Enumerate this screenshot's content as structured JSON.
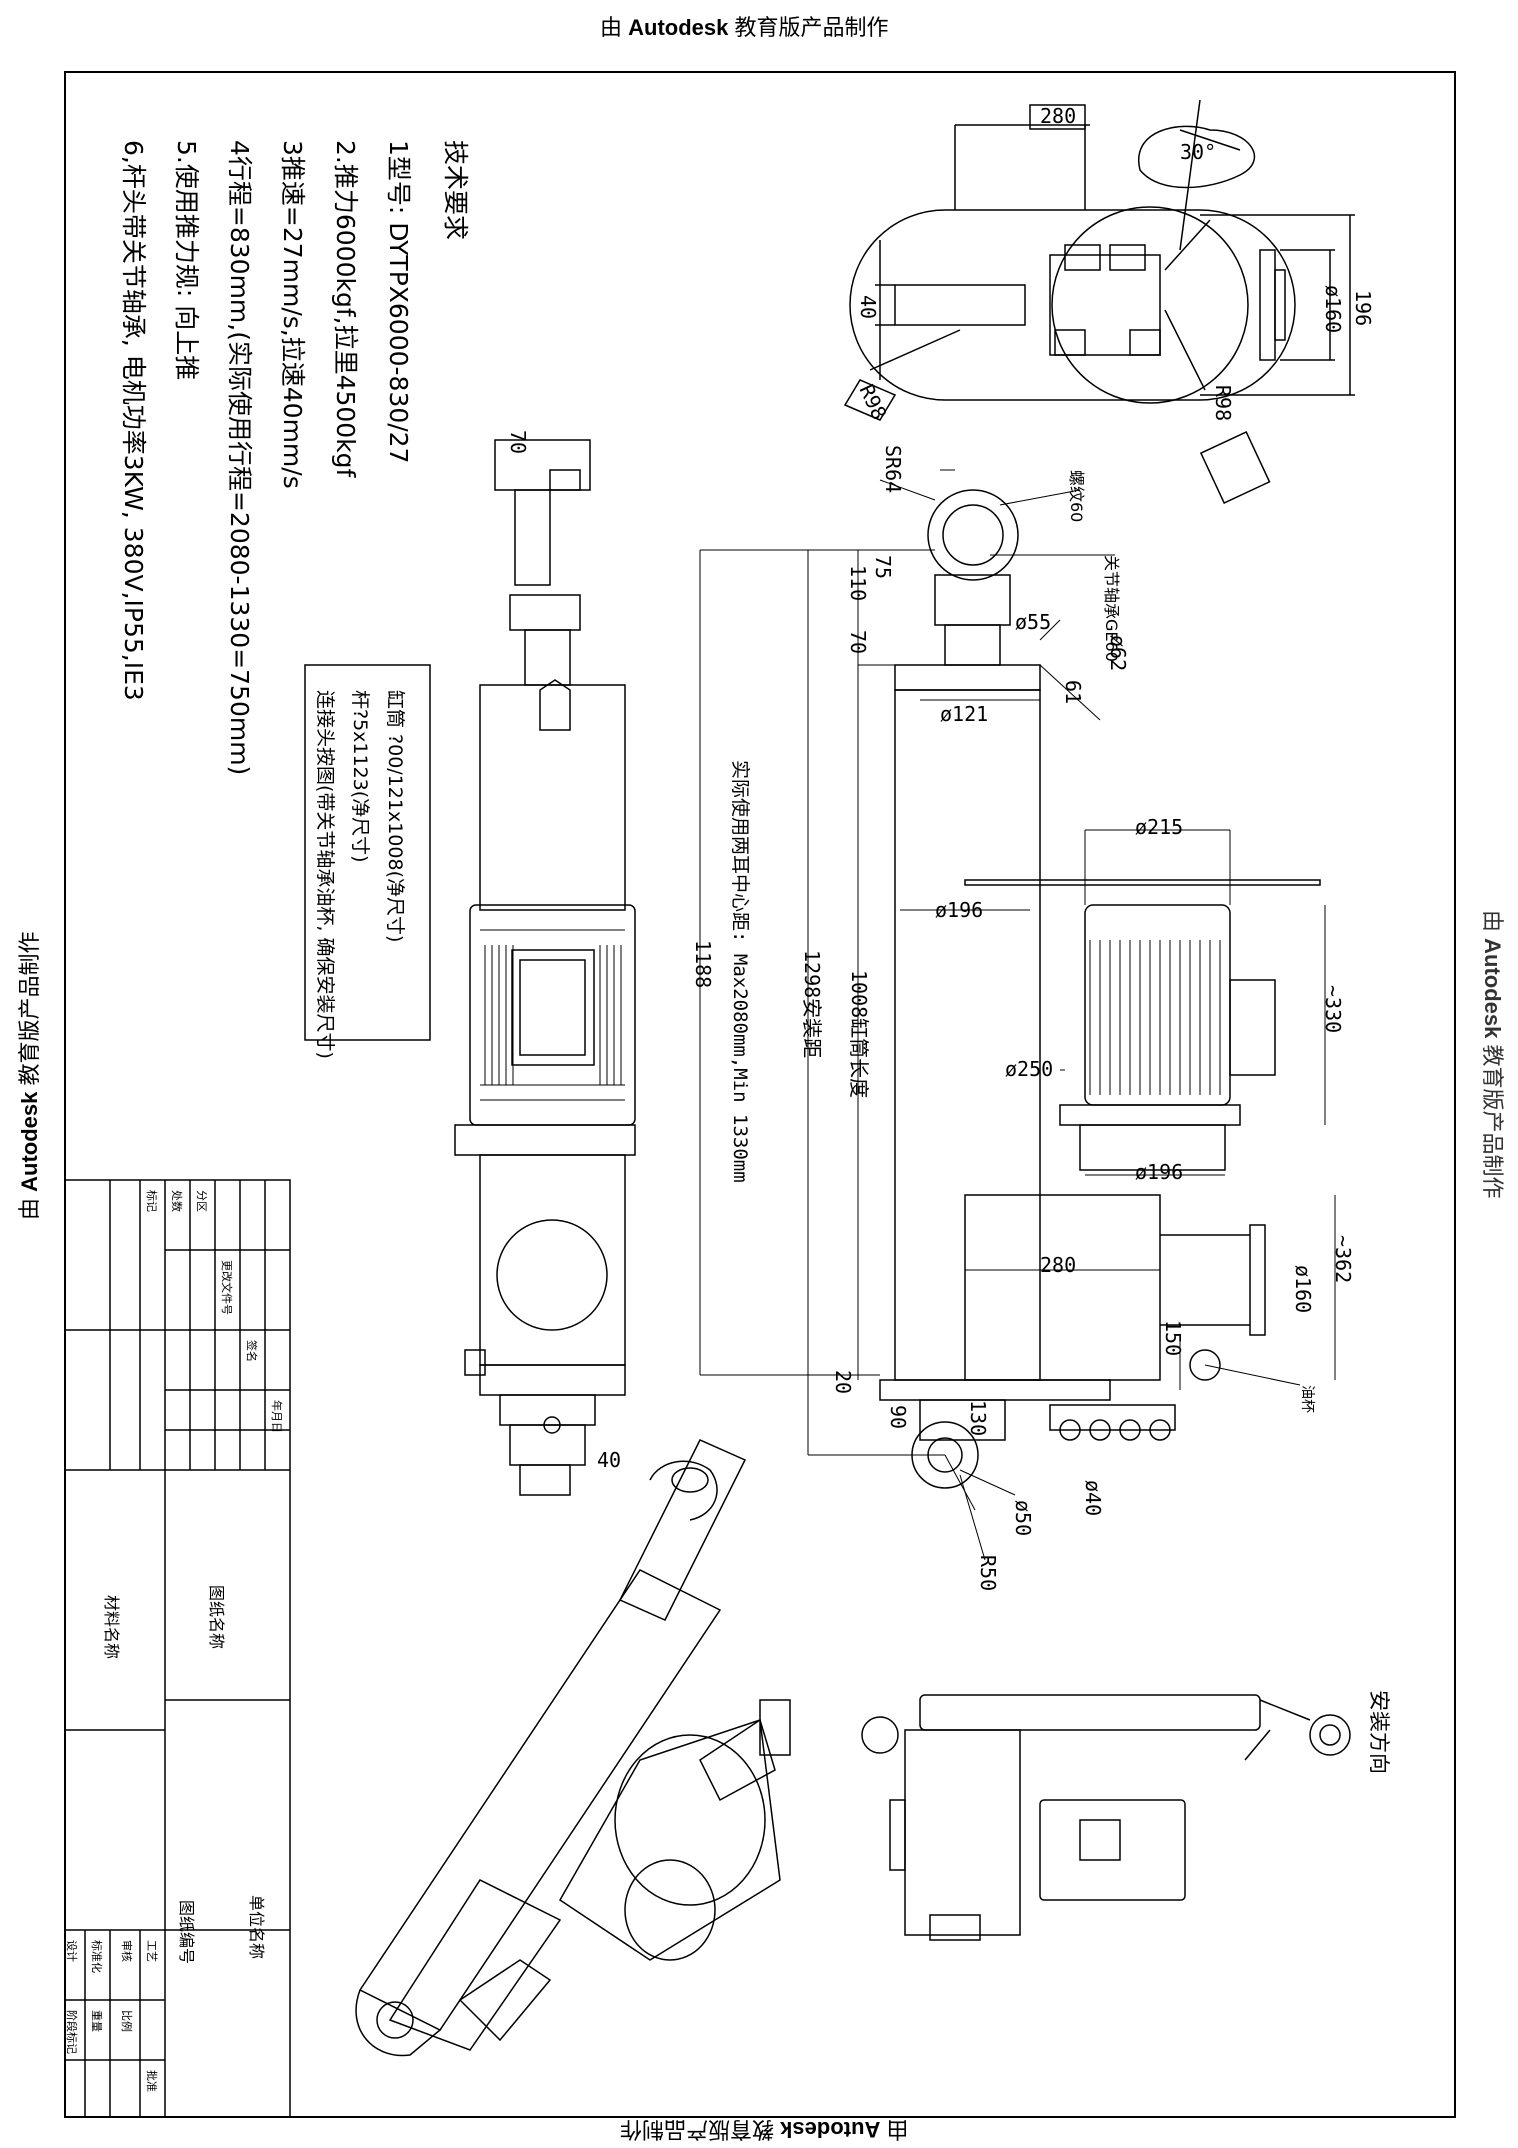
{
  "watermark": {
    "prefix": "由 ",
    "brand": "Autodesk",
    "suffix": " 教育版产品制作"
  },
  "tech_requirements": {
    "heading": "技术要求",
    "items": [
      "1型号: DYTPX6000-830/27",
      "2.推力6000kgf,拉里4500kgf",
      "3推速=27mm/s,拉速40mm/s",
      "4行程=830mm,(实际使用行程=2080-1330=750mm)",
      "5.使用推力规: 向上推",
      "6,杆头带关节轴承, 电机功率3KW, 380V,IP55,IE3"
    ]
  },
  "note_box": {
    "lines": [
      "缸筒 ?00/121x1008(净尺寸)",
      "杆?5x1123(净尺寸)",
      "连接头按图(带关节轴承油杯, 确保安装尺寸)"
    ]
  },
  "dimensions": {
    "top_280": "280",
    "angle_30": "30°",
    "d196_top": "196",
    "d160_top": "ø160",
    "d40_top": "40",
    "r98_left": "R98",
    "r98_right": "R98",
    "d70_left": "70",
    "sr64": "SR64",
    "n60": "螺纹60",
    "n75": "75",
    "n110": "110",
    "n70": "70",
    "d55": "ø55",
    "d121": "ø121",
    "d62": "ø62",
    "n61": "61",
    "d215": "ø215",
    "d196_mid": "ø196",
    "d250": "ø250",
    "d196_low": "ø196",
    "n280_low": "280",
    "t330": "~330",
    "t362": "~362",
    "d160_low": "ø160",
    "n150": "150",
    "n1188": "1188",
    "n1298": "1298安装距",
    "n1008": "1008缸筒长度",
    "center_note": "实际使用两耳中心距: Max2080mm,Min 1330mm",
    "n20": "20",
    "n90": "90",
    "n130": "130",
    "d40_low": "ø40",
    "d50": "ø50",
    "r50": "R50",
    "n40_side": "40",
    "bearing_note": "关节轴承GE60",
    "oil_cup": "油杯",
    "install_dir": "安装方向"
  },
  "title_block": {
    "material_name": "材料名称",
    "drawing_name": "图纸名称",
    "drawing_no": "图纸编号",
    "unit_name": "单位名称",
    "marks": [
      "标记",
      "处数",
      "分区",
      "更改文件号",
      "签名",
      "年月日"
    ],
    "rows": [
      "设计",
      "标准化",
      "审核",
      "工艺",
      "批准"
    ],
    "cols": [
      "阶段标记",
      "重量",
      "比例"
    ]
  }
}
